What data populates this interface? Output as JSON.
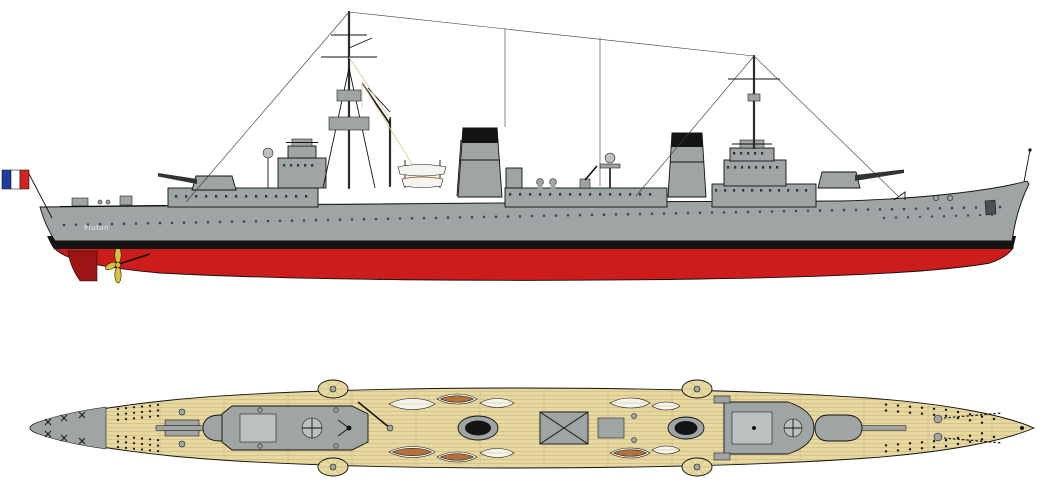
{
  "ship": {
    "name": "Pluton"
  },
  "views": {
    "profile": "side-profile",
    "plan": "top-plan"
  },
  "colors": {
    "background": "#ffffff",
    "hull_gray": "#9fa4a4",
    "light_gray": "#bcc0c0",
    "hull_red": "#cc1c1c",
    "dark_red": "#9c1414",
    "funnel_black": "#141414",
    "deck_tan": "#e7d8a0",
    "plank_line": "#c9b87e",
    "boat_white": "#f5f5f0",
    "boat_wood": "#b5713a",
    "brass": "#d6c23c",
    "porthole": "#3a4664",
    "window": "#2e3440",
    "flag_blue": "#1e3c9e",
    "flag_white": "#ffffff",
    "flag_red": "#d42222",
    "rigging": "#3a3a3a",
    "rigging_cream": "#d8c894"
  }
}
